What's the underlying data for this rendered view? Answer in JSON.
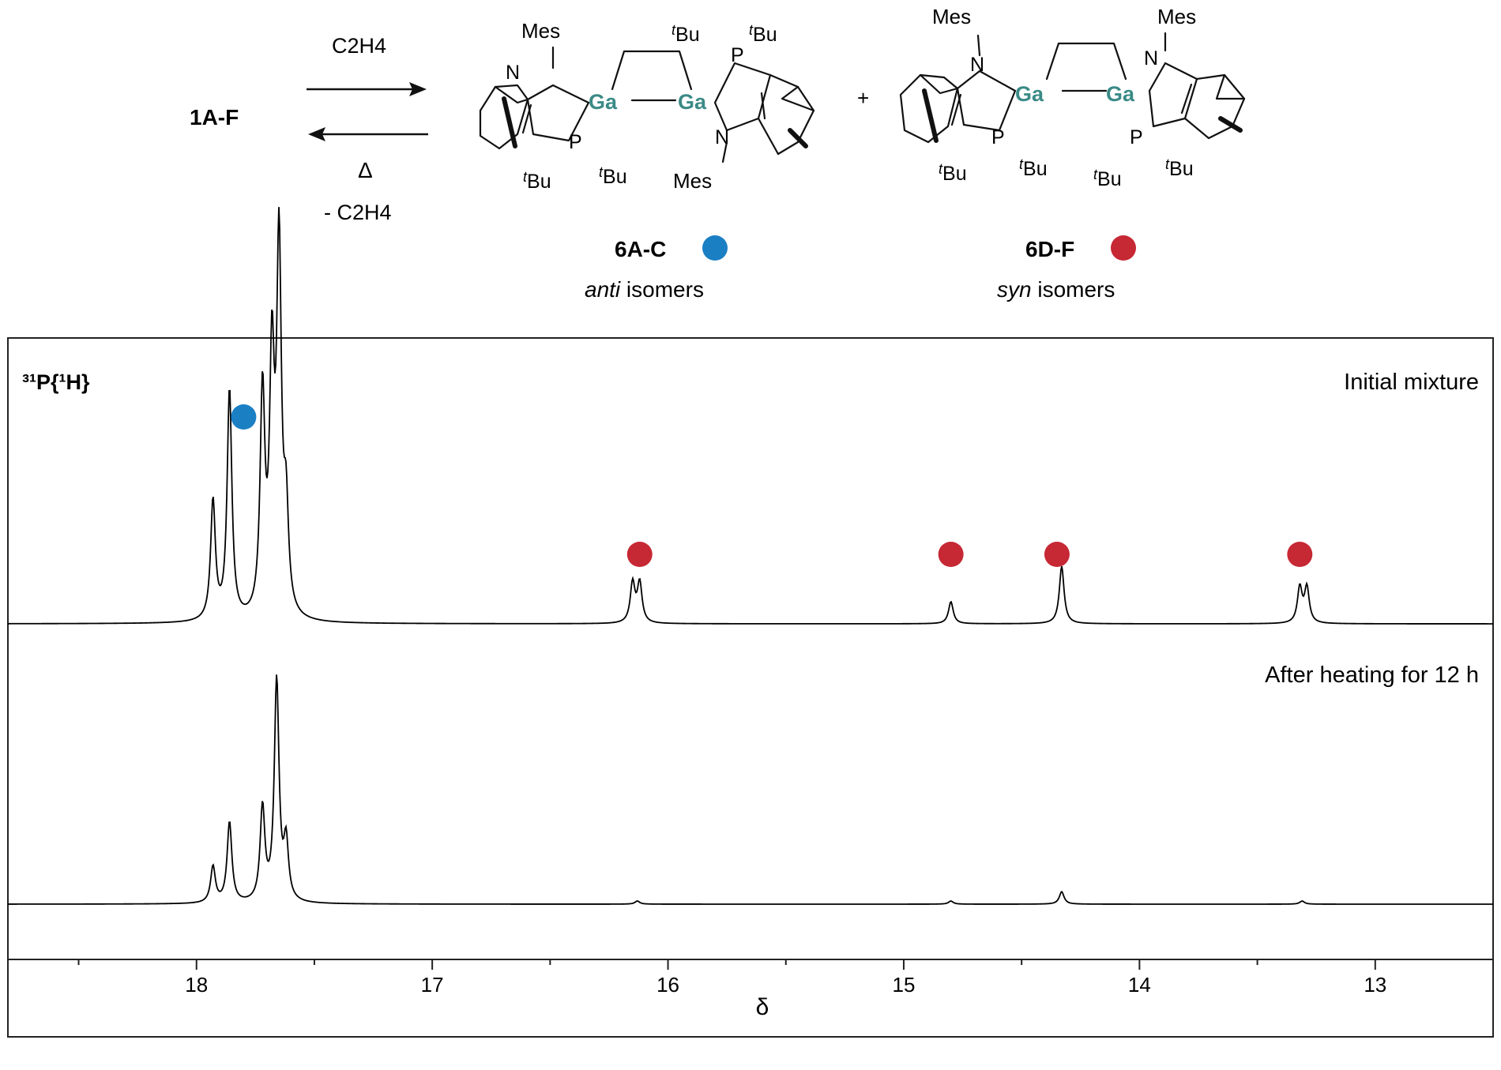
{
  "scheme": {
    "reactant": "1A-F",
    "forward_reagent": "C2H4",
    "reverse_condition": "Δ",
    "reverse_byproduct": "- C2H4",
    "plus_sign": "+",
    "atoms": {
      "ga": "Ga",
      "n": "N",
      "p": "P",
      "mes": "Mes",
      "tbu_prefix": "t",
      "tbu_suffix": "Bu"
    },
    "products": [
      {
        "label": "6A-C",
        "description_italic": "anti",
        "description_rest": " isomers",
        "marker_color": "#1b7fc4"
      },
      {
        "label": "6D-F",
        "description_italic": "syn",
        "description_rest": " isomers",
        "marker_color": "#c62834"
      }
    ]
  },
  "chart_data": {
    "type": "line",
    "nucleus_label": "³¹P{¹H}",
    "xlabel": "δ",
    "xlim": [
      18.8,
      12.5
    ],
    "x_ticks": [
      18,
      17,
      16,
      15,
      14,
      13
    ],
    "x_tick_labels": [
      "18",
      "17",
      "16",
      "15",
      "14",
      "13"
    ],
    "series": [
      {
        "name": "Initial mixture",
        "peaks": [
          {
            "x": 17.93,
            "height": 0.27
          },
          {
            "x": 17.86,
            "height": 0.52
          },
          {
            "x": 17.72,
            "height": 0.5
          },
          {
            "x": 17.68,
            "height": 0.55
          },
          {
            "x": 17.65,
            "height": 0.82
          },
          {
            "x": 17.62,
            "height": 0.22
          },
          {
            "x": 16.15,
            "height": 0.09
          },
          {
            "x": 16.12,
            "height": 0.09
          },
          {
            "x": 14.8,
            "height": 0.05
          },
          {
            "x": 14.33,
            "height": 0.13
          },
          {
            "x": 13.32,
            "height": 0.08
          },
          {
            "x": 13.29,
            "height": 0.08
          }
        ],
        "markers": [
          {
            "x": 17.8,
            "color": "#1b7fc4"
          },
          {
            "x": 16.12,
            "color": "#c62834"
          },
          {
            "x": 14.8,
            "color": "#c62834"
          },
          {
            "x": 14.35,
            "color": "#c62834"
          },
          {
            "x": 13.32,
            "color": "#c62834"
          }
        ]
      },
      {
        "name": "After heating for 12 h",
        "peaks": [
          {
            "x": 17.93,
            "height": 0.14
          },
          {
            "x": 17.86,
            "height": 0.31
          },
          {
            "x": 17.72,
            "height": 0.36
          },
          {
            "x": 17.66,
            "height": 0.85
          },
          {
            "x": 17.62,
            "height": 0.22
          },
          {
            "x": 16.13,
            "height": 0.012
          },
          {
            "x": 14.8,
            "height": 0.012
          },
          {
            "x": 14.33,
            "height": 0.048
          },
          {
            "x": 13.31,
            "height": 0.012
          }
        ],
        "markers": []
      }
    ]
  }
}
